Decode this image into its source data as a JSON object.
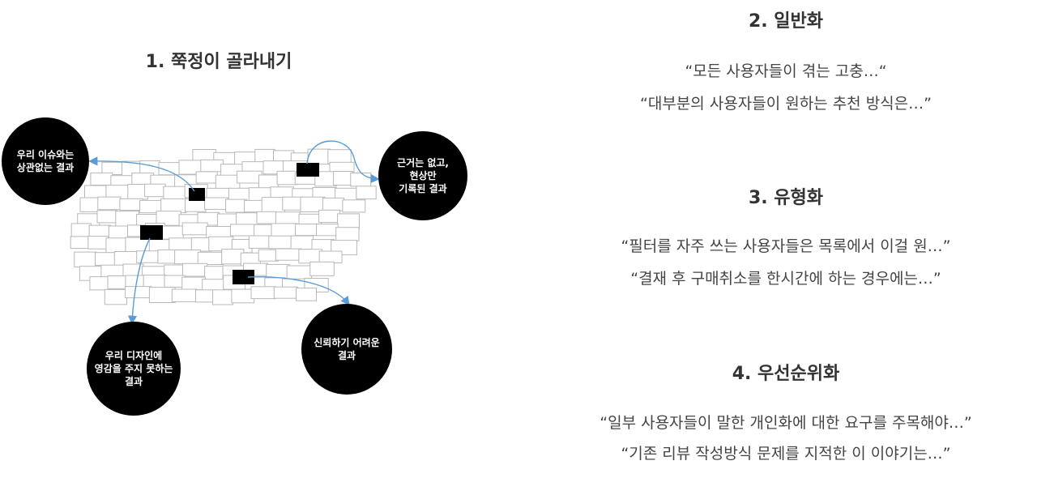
{
  "section1": {
    "title": "1. 쭉정이 골라내기",
    "circles": {
      "top_left": "우리 이슈와는\n상관없는 결과",
      "top_right": "근거는 없고,\n현상만\n기록된 결과",
      "bottom_left": "우리 디자인에\n영감을 주지 못하는\n결과",
      "bottom_right": "신뢰하기 어려운\n결과"
    }
  },
  "section2": {
    "title": "2. 일반화",
    "quotes": [
      "“모든 사용자들이 겪는 고충…“",
      "“대부분의 사용자들이 원하는 추천 방식은…”"
    ]
  },
  "section3": {
    "title": "3. 유형화",
    "quotes": [
      "“필터를 자주 쓰는 사용자들은 목록에서 이걸 원…”",
      "“결재 후 구매취소를 한시간에 하는 경우에는…”"
    ]
  },
  "section4": {
    "title": "4. 우선순위화",
    "quotes": [
      "“일부 사용자들이 말한 개인화에 대한 요구를 주목해야…”",
      "“기존 리뷰 작성방식 문제를 지적한 이 이야기는…”"
    ]
  },
  "colors": {
    "arrow": "#5b9bd5",
    "note_border": "#b8b8b8",
    "circle": "#000000"
  }
}
